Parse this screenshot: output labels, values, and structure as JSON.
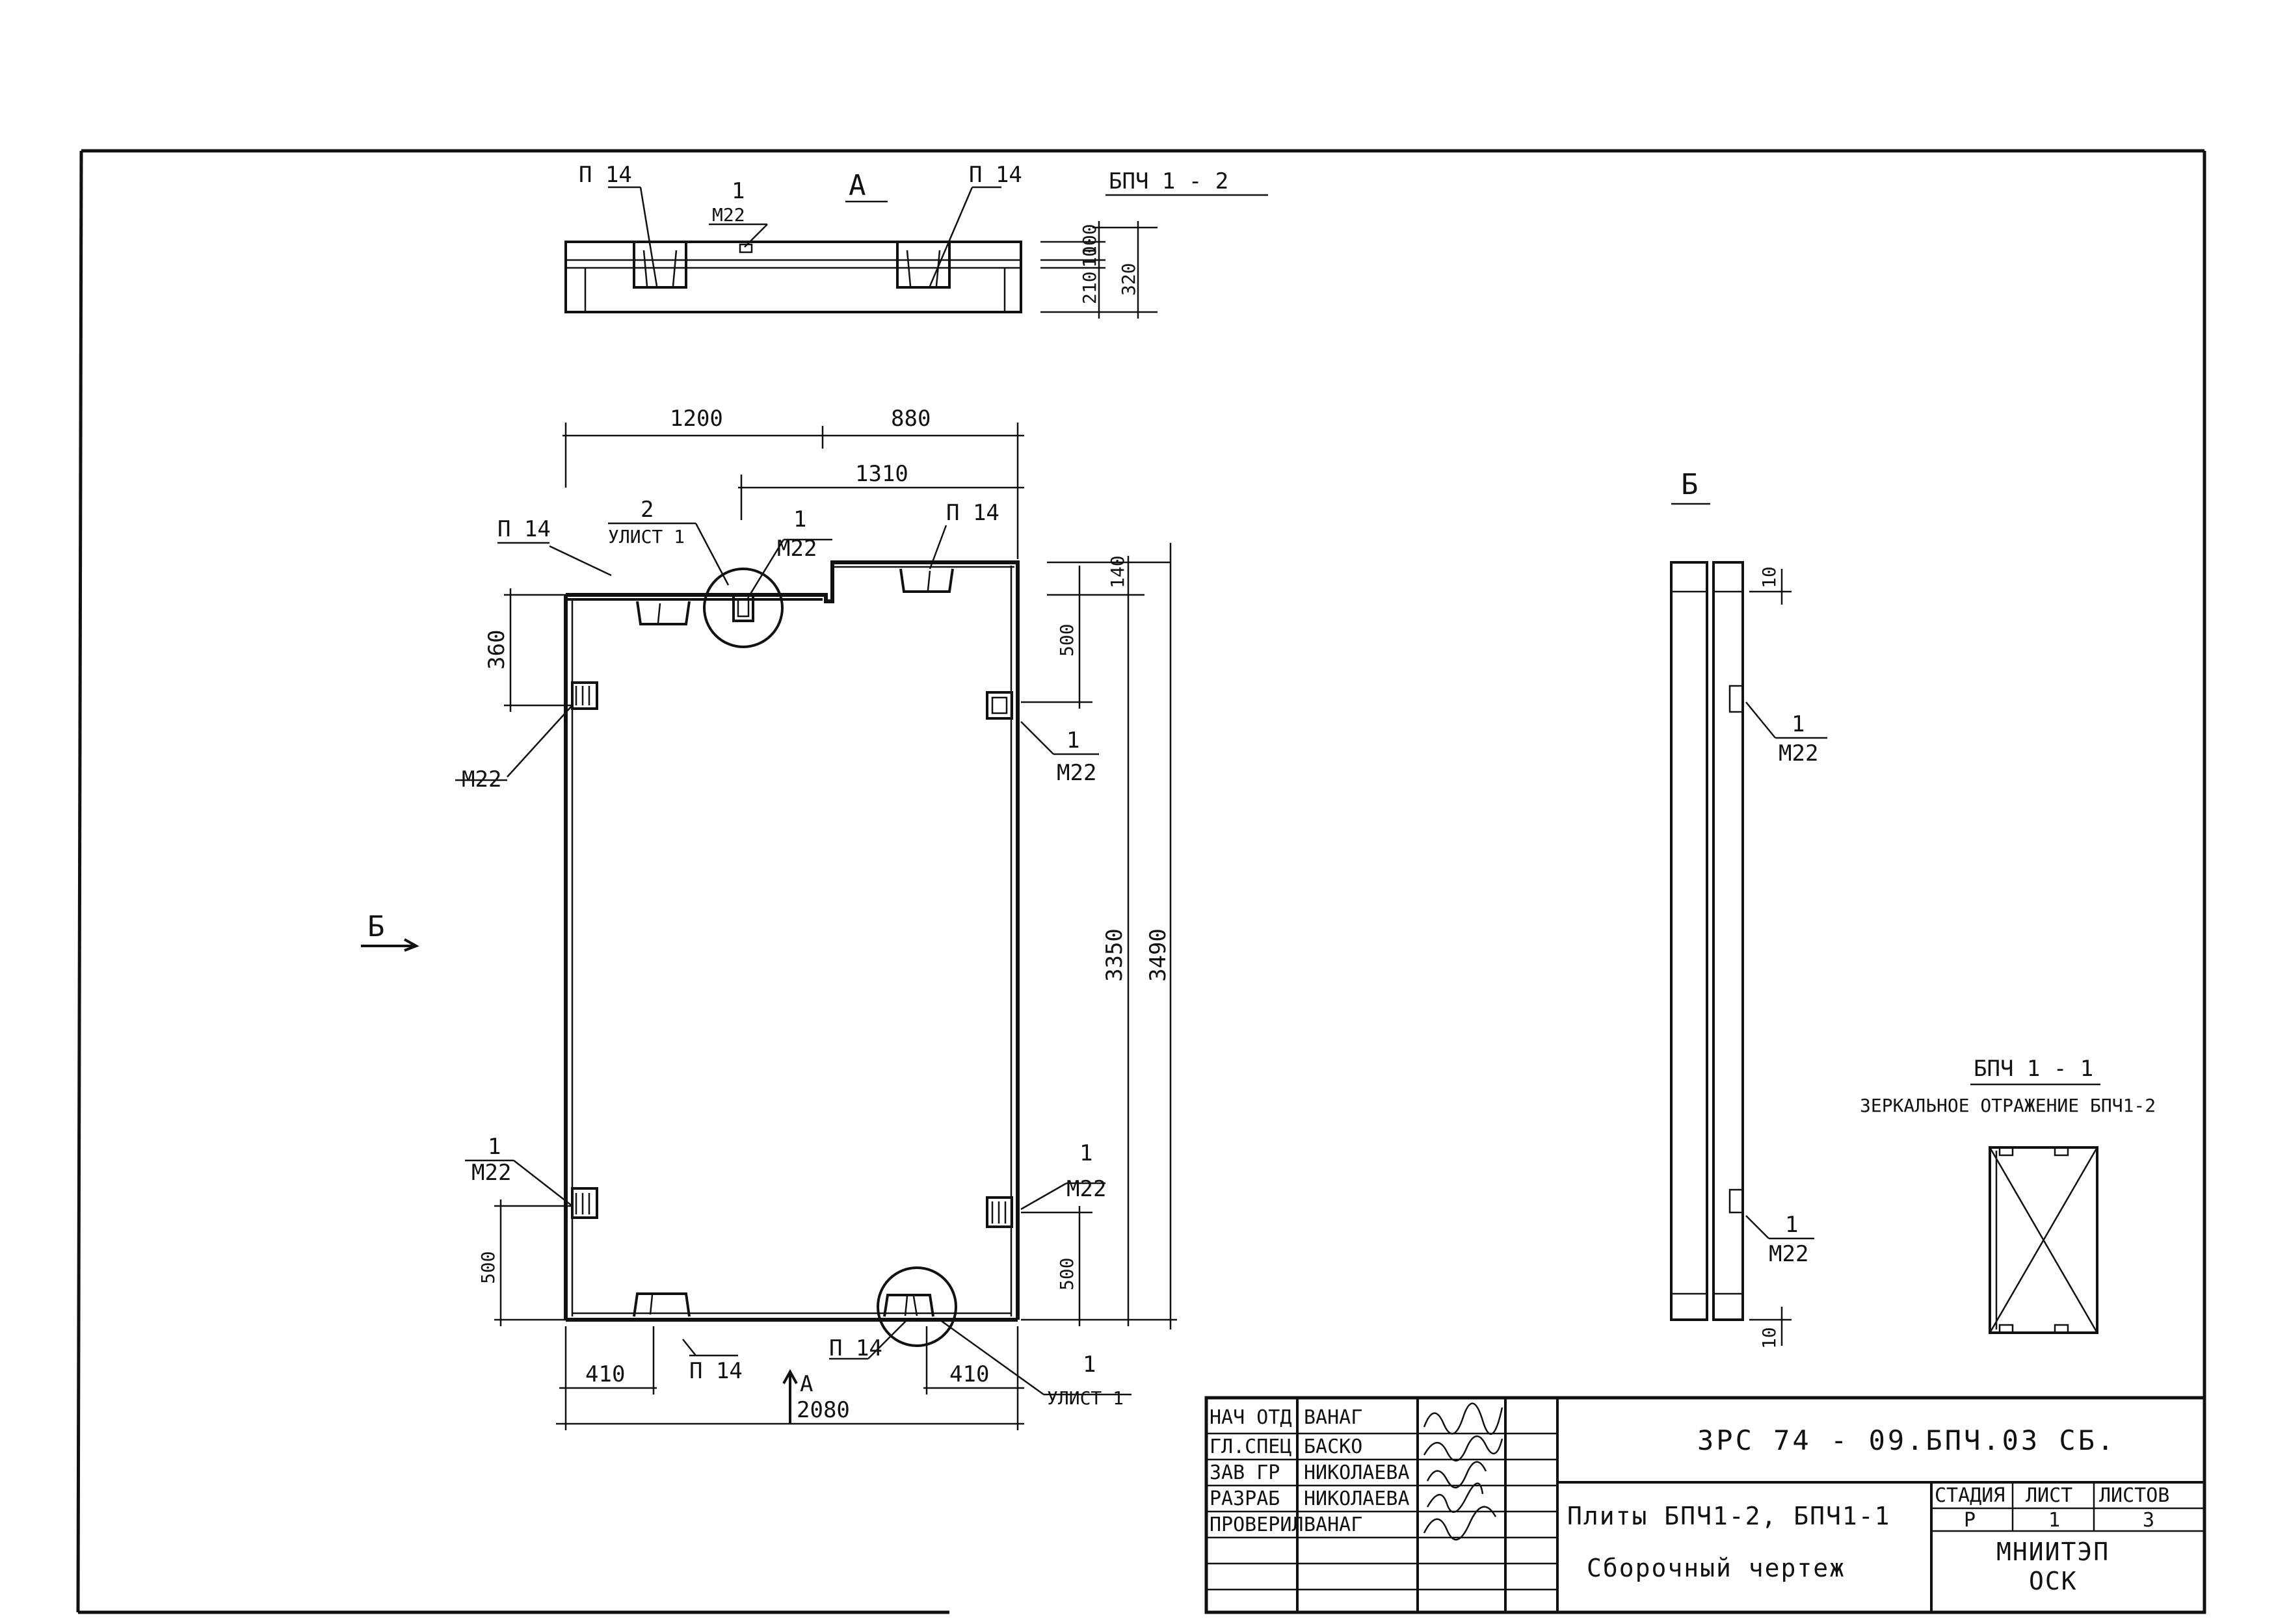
{
  "views": {
    "top": {
      "section_mark": "А",
      "title": "БПЧ 1 - 2",
      "left_insert": "П 14",
      "right_insert": "П 14",
      "callout_num": "1",
      "callout_den": "М22",
      "dim_100": "100",
      "dim_10": "10",
      "dim_210": "210",
      "dim_320": "320"
    },
    "plan": {
      "dim_1200": "1200",
      "dim_880": "880",
      "dim_1310": "1310",
      "dim_360": "360",
      "dim_500_top": "500",
      "dim_140": "140",
      "dim_3350": "3350",
      "dim_3490": "3490",
      "dim_500_bl": "500",
      "dim_500_br": "500",
      "dim_410_l": "410",
      "dim_410_r": "410",
      "dim_2080": "2080",
      "p14_top_left": "П 14",
      "p14_top_right": "П 14",
      "p14_bottom_left": "П 14",
      "p14_bottom_right": "П 14",
      "m22_left": "М22",
      "callout_2_num": "2",
      "callout_2_den": "УЛИСТ 1",
      "callout_1_top_num": "1",
      "callout_1_top_den": "М22",
      "callout_right_num": "1",
      "callout_right_den": "М22",
      "callout_bl_num": "1",
      "callout_bl_den": "М22",
      "callout_br_num": "1",
      "callout_br_den": "М22",
      "callout_bottom_num": "1",
      "callout_bottom_den": "УЛИСТ 1",
      "arrow_b": "Б",
      "arrow_a": "А"
    },
    "side": {
      "title": "Б",
      "dim_10_top": "10",
      "dim_10_bottom": "10",
      "callout_top_num": "1",
      "callout_top_den": "М22",
      "callout_bottom_num": "1",
      "callout_bottom_den": "М22"
    },
    "mirror": {
      "title": "БПЧ 1 - 1",
      "subtitle": "ЗЕРКАЛЬНОЕ ОТРАЖЕНИЕ БПЧ1-2"
    }
  },
  "title_block": {
    "roles": [
      "НАЧ ОТД",
      "ГЛ.СПЕЦ",
      "ЗАВ ГР",
      "РАЗРАБ",
      "ПРОВЕРИЛ"
    ],
    "names": [
      "ВАНАГ",
      "БАСКО",
      "НИКОЛАЕВА",
      "НИКОЛАЕВА",
      "ВАНАГ"
    ],
    "document_code": "ЗРС 74 - 09.БПЧ.03 СБ.",
    "product_title": "Плиты БПЧ1-2, БПЧ1-1",
    "drawing_type": "Сборочный чертеж",
    "stage_header": "СТАДИЯ",
    "sheet_header": "ЛИСТ",
    "sheets_header": "ЛИСТОВ",
    "stage": "Р",
    "sheet": "1",
    "sheets": "3",
    "organization_line1": "МНИИТЭП",
    "organization_line2": "ОСК"
  }
}
